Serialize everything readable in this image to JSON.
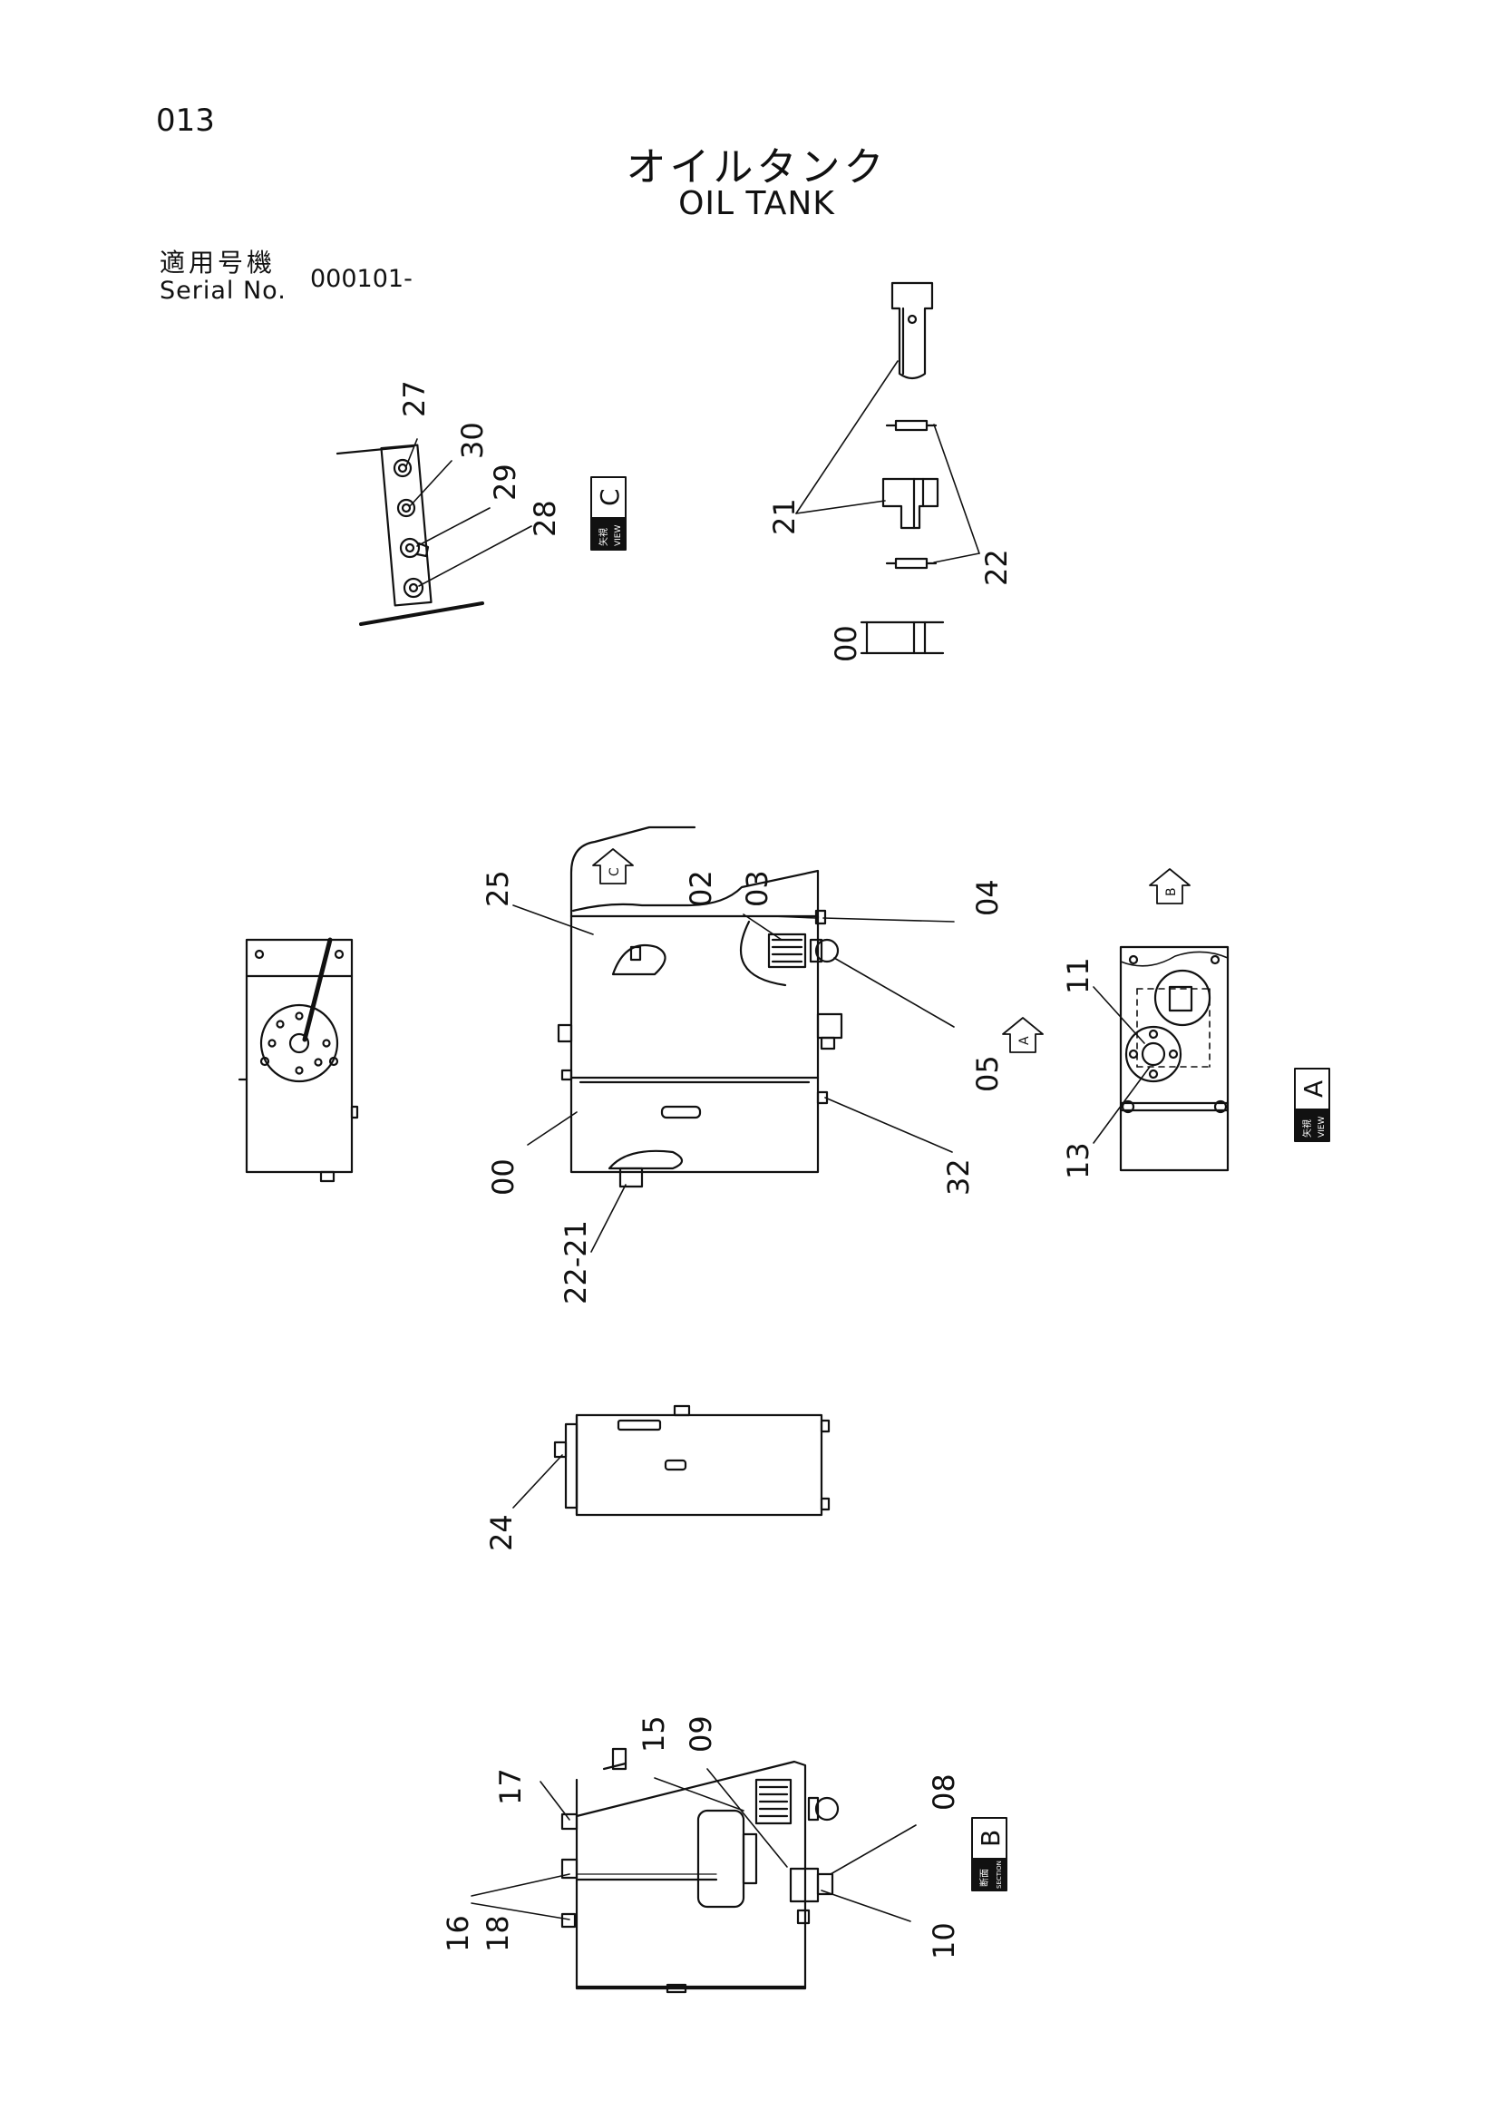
{
  "header": {
    "page_number": "013",
    "title_jp": "オイルタンク",
    "title_en": "OIL TANK",
    "serial_label_jp": "適用号機",
    "serial_label_en": "Serial No.",
    "serial_value": "000101-"
  },
  "views": {
    "view_c": {
      "jp": "矢視",
      "en": "VIEW",
      "letter": "C"
    },
    "view_a": {
      "jp": "矢視",
      "en": "VIEW",
      "letter": "A"
    },
    "section_b": {
      "jp": "断面",
      "en": "SECTION",
      "letter": "B"
    },
    "arrow_c": "C",
    "arrow_b": "B",
    "arrow_a": "A"
  },
  "part_callouts": {
    "p00": "00",
    "p02": "02",
    "p03": "03",
    "p04": "04",
    "p05": "05",
    "p08": "08",
    "p09": "09",
    "p10": "10",
    "p11": "11",
    "p13": "13",
    "p15": "15",
    "p16": "16",
    "p17": "17",
    "p18": "18",
    "p21": "21",
    "p22": "22",
    "p22_21": "22-21",
    "p24": "24",
    "p25": "25",
    "p27": "27",
    "p28": "28",
    "p29": "29",
    "p30": "30",
    "p32": "32"
  }
}
